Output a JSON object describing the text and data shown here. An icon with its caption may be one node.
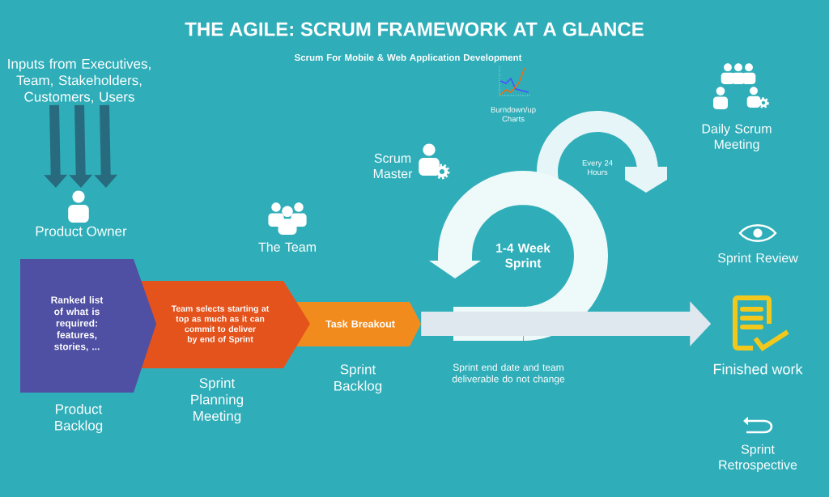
{
  "diagram": {
    "title": "THE AGILE: SCRUM FRAMEWORK AT A GLANCE",
    "nodes": [
      {
        "text": [
          "Ranked list of what is required: features, stories, ..."
        ],
        "beside": [
          "Product Backlog"
        ]
      },
      {
        "text": [
          "Team selects starting at top as much as it can commit to deliver by end of Sprint"
        ],
        "beside": [
          "Sprint Planning Meeting"
        ]
      },
      {
        "text": [
          "Task Breakout"
        ],
        "beside": [
          "Sprint Backlog"
        ]
      },
      {
        "text": [
          "Inputs from Executives, Team, Stakeholders, Customers, Users"
        ]
      },
      {
        "text": [
          "Product Owner"
        ]
      },
      {
        "text": [
          "Finished work"
        ]
      }
    ],
    "edges": [
      {
        "from": 3,
        "to": 4,
        "arrow": "to"
      },
      {
        "from": 3,
        "to": 4,
        "arrow": "to"
      },
      {
        "from": 3,
        "to": 4,
        "arrow": "to"
      },
      {
        "from": 2,
        "to": 5,
        "arrow": "to",
        "style": "thick",
        "color": "#dfe8ee"
      }
    ],
    "labels": [
      "Scrum For Mobile & Web Application Development",
      "Burndown/up Charts",
      "Daily Scrum Meeting",
      "Scrum Master",
      "Every 24 Hours",
      "The Team",
      "1-4 Week Sprint",
      "Sprint Review",
      "Sprint end date and team deliverable do not change",
      "Sprint Retrospective"
    ]
  }
}
